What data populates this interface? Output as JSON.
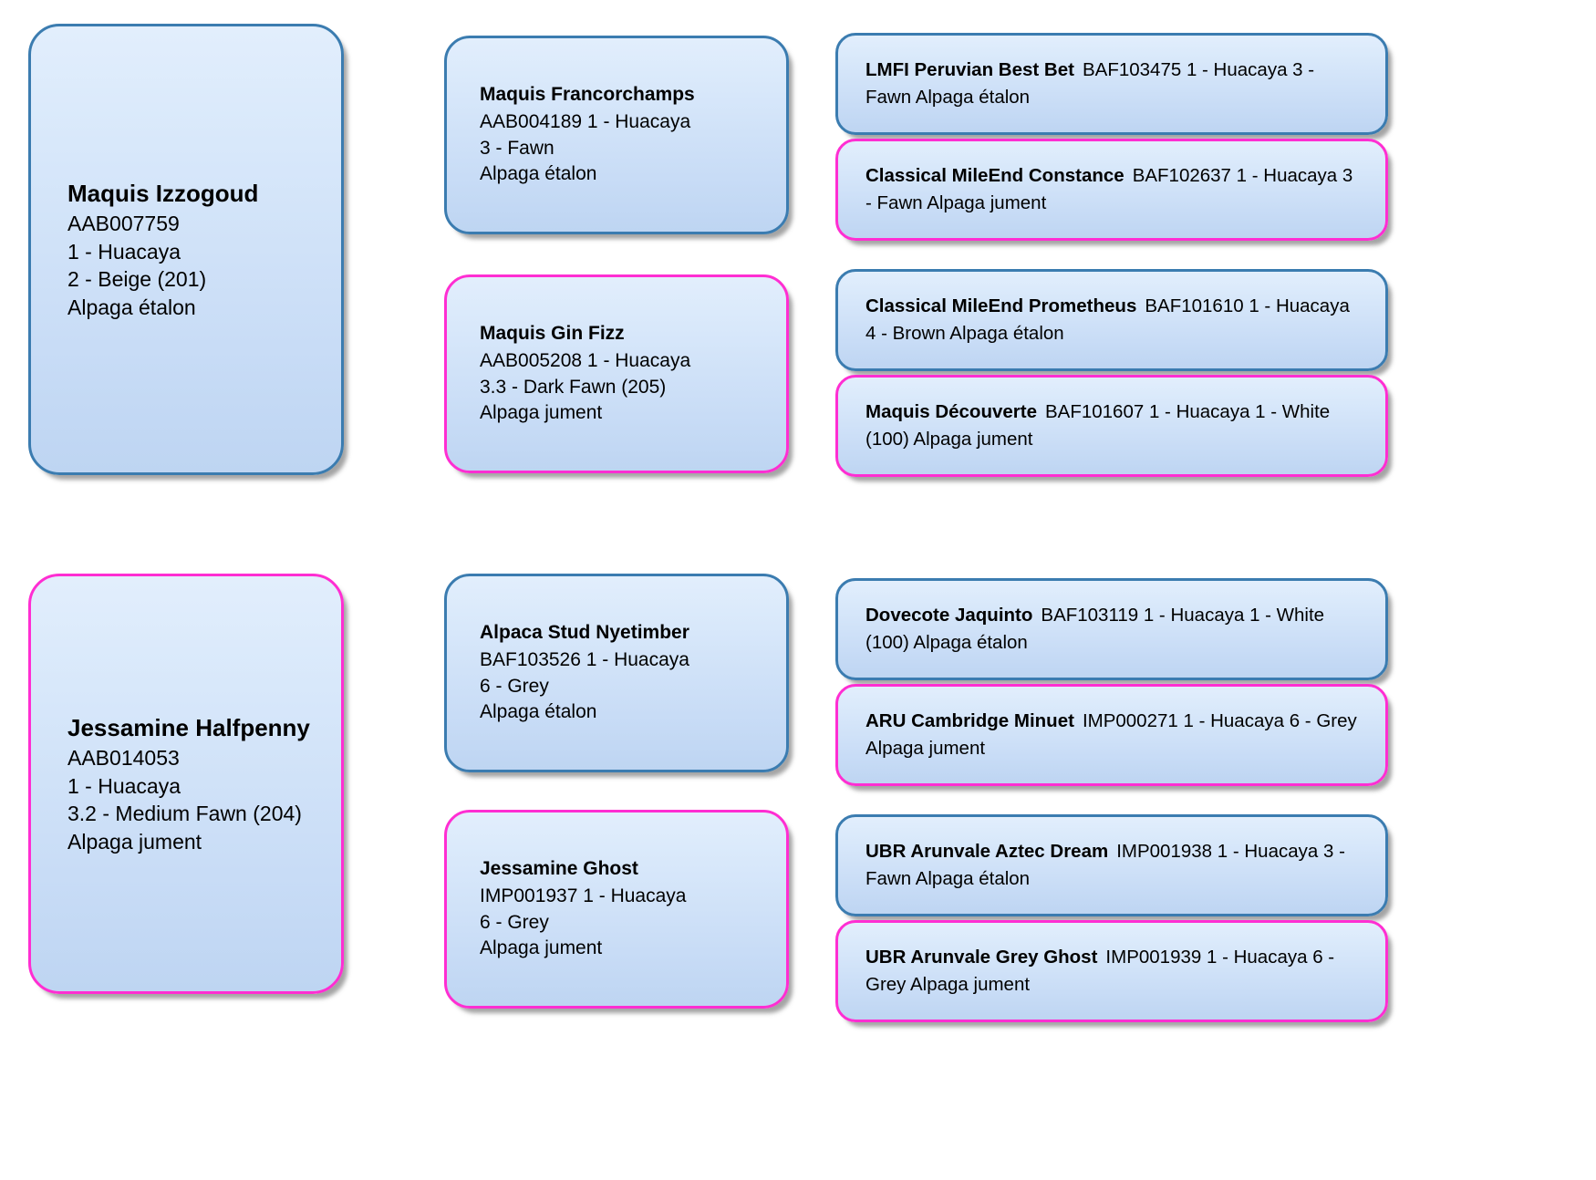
{
  "diagram": {
    "type": "pedigree-chart",
    "colors": {
      "male_border": "#3b7cb0",
      "female_border": "#ff2ed2",
      "card_fill_top": "#e2eefc",
      "card_fill_bottom": "#bed5f2",
      "background": "#ffffff",
      "text": "#000000"
    }
  },
  "trees": [
    {
      "id": "tree-1",
      "subject": {
        "name": "Maquis Izzogoud",
        "registration": "AAB007759",
        "breed": "1 - Huacaya",
        "colour": "2 - Beige (201)",
        "sex": "Alpaga étalon",
        "sex_class": "male"
      },
      "parents": [
        {
          "name": "Maquis Francorchamps",
          "line2": "AAB004189 1 - Huacaya",
          "line3": "3 - Fawn",
          "line4": "Alpaga étalon",
          "sex_class": "male"
        },
        {
          "name": "Maquis Gin Fizz",
          "line2": "AAB005208 1 - Huacaya",
          "line3": "3.3 - Dark Fawn (205)",
          "line4": "Alpaga jument",
          "sex_class": "female"
        }
      ],
      "grandparents": [
        {
          "name": "LMFI Peruvian Best Bet",
          "details": "BAF103475  1 - Huacaya 3 - Fawn Alpaga étalon",
          "sex_class": "male"
        },
        {
          "name": "Classical MileEnd Constance",
          "details": "BAF102637  1 - Huacaya 3 - Fawn  Alpaga jument",
          "sex_class": "female"
        },
        {
          "name": "Classical MileEnd Prometheus",
          "details": "BAF101610  1 - Huacaya 4 - Brown  Alpaga étalon",
          "sex_class": "male"
        },
        {
          "name": "Maquis Découverte",
          "details": "BAF101607  1 - Huacaya  1 - White (100)  Alpaga jument",
          "sex_class": "female"
        }
      ]
    },
    {
      "id": "tree-2",
      "subject": {
        "name": "Jessamine Halfpenny",
        "registration": "AAB014053",
        "breed": "1 - Huacaya",
        "colour": "3.2 - Medium Fawn (204)",
        "sex": "Alpaga jument",
        "sex_class": "female"
      },
      "parents": [
        {
          "name": "Alpaca Stud Nyetimber",
          "line2": "BAF103526 1 - Huacaya",
          "line3": "6 - Grey",
          "line4": "Alpaga étalon",
          "sex_class": "male"
        },
        {
          "name": "Jessamine Ghost",
          "line2": "IMP001937 1 - Huacaya",
          "line3": "6 - Grey",
          "line4": "Alpaga jument",
          "sex_class": "female"
        }
      ],
      "grandparents": [
        {
          "name": "Dovecote Jaquinto",
          "details": "BAF103119  1 - Huacaya  1 - White (100)  Alpaga étalon",
          "sex_class": "male"
        },
        {
          "name": "ARU Cambridge Minuet",
          "details": "IMP000271  1 - Huacaya  6 - Grey Alpaga jument",
          "sex_class": "female"
        },
        {
          "name": "UBR Arunvale Aztec Dream",
          "details": "IMP001938  1 - Huacaya  3 - Fawn  Alpaga étalon",
          "sex_class": "male"
        },
        {
          "name": "UBR Arunvale Grey Ghost",
          "details": "IMP001939  1 - Huacaya  6 - Grey  Alpaga jument",
          "sex_class": "female"
        }
      ]
    }
  ]
}
